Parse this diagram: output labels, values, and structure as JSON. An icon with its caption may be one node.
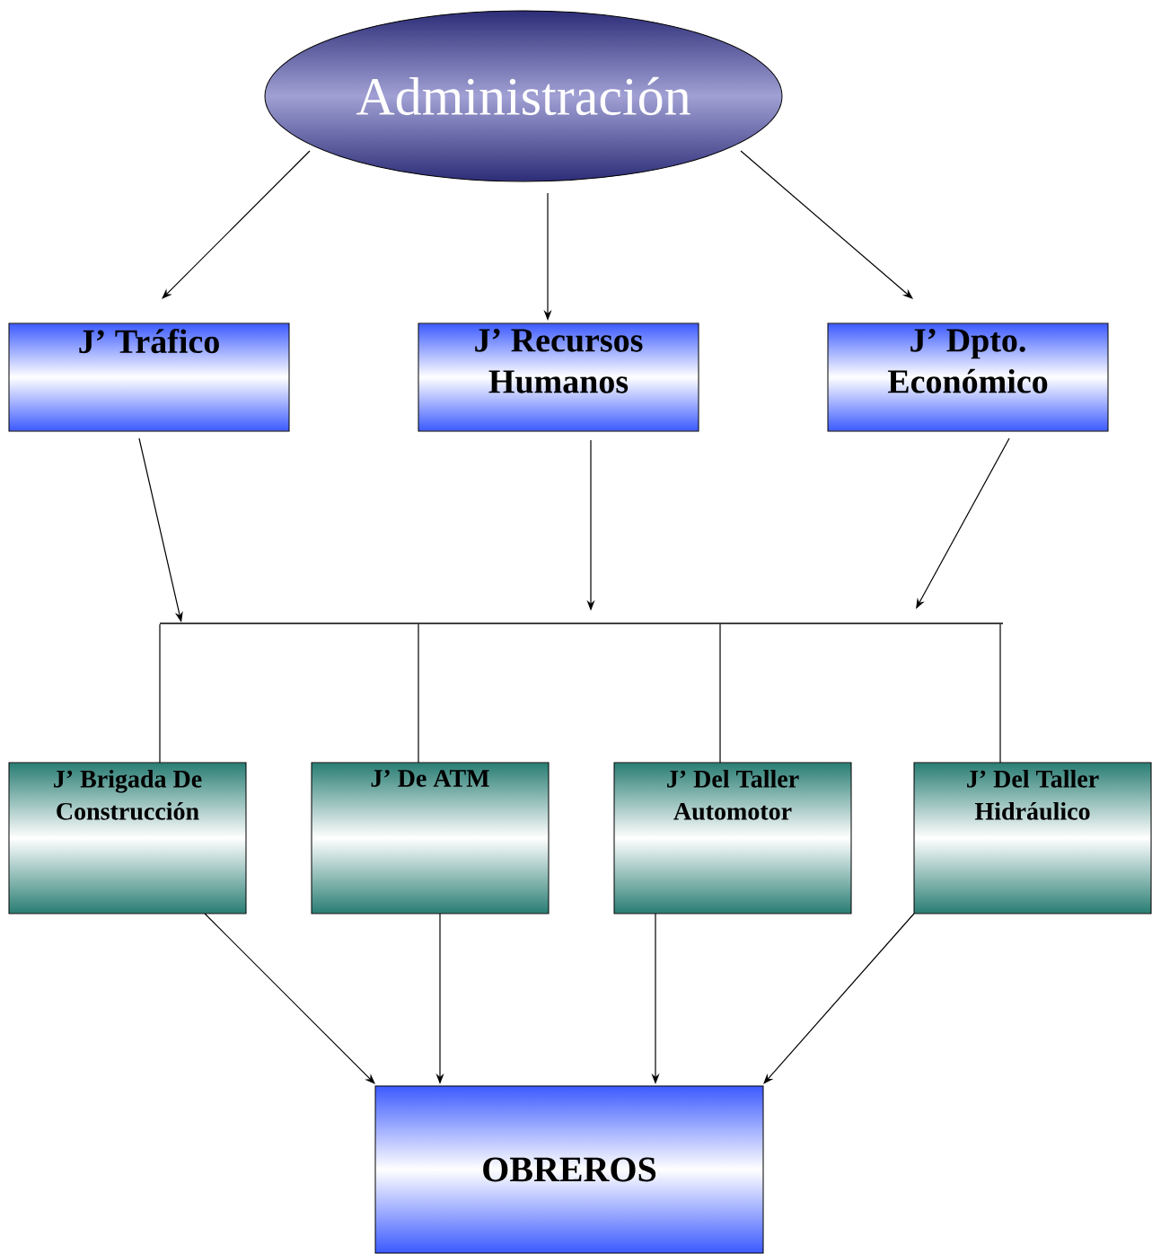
{
  "diagram": {
    "nodes": [
      {
        "text": [
          "Administración"
        ]
      },
      {
        "text": [
          "J’ Tráfico"
        ]
      },
      {
        "text": [
          "J’ Recursos Humanos"
        ]
      },
      {
        "text": [
          "J’ Dpto. Económico"
        ]
      },
      {
        "text": [],
        "shape": "bar"
      },
      {
        "text": [
          "J’ Brigada De Construcción"
        ]
      },
      {
        "text": [
          "J’ De ATM"
        ]
      },
      {
        "text": [
          "J’ Del Taller Automotor"
        ]
      },
      {
        "text": [
          "J’ Del Taller Hidráulico"
        ]
      },
      {
        "text": [
          "OBREROS"
        ]
      }
    ],
    "edges": [
      {
        "from": 0,
        "to": 1,
        "arrow": "to"
      },
      {
        "from": 0,
        "to": 2,
        "arrow": "to"
      },
      {
        "from": 0,
        "to": 3,
        "arrow": "to"
      },
      {
        "from": 1,
        "to": 4,
        "arrow": "to"
      },
      {
        "from": 2,
        "to": 4,
        "arrow": "to"
      },
      {
        "from": 3,
        "to": 4,
        "arrow": "to"
      },
      {
        "from": 4,
        "to": 5,
        "arrow": "none"
      },
      {
        "from": 4,
        "to": 6,
        "arrow": "none"
      },
      {
        "from": 4,
        "to": 7,
        "arrow": "none"
      },
      {
        "from": 4,
        "to": 8,
        "arrow": "none"
      },
      {
        "from": 5,
        "to": 9,
        "arrow": "to"
      },
      {
        "from": 6,
        "to": 9,
        "arrow": "to"
      },
      {
        "from": 7,
        "to": 9,
        "arrow": "to"
      },
      {
        "from": 8,
        "to": 9,
        "arrow": "to"
      }
    ]
  }
}
